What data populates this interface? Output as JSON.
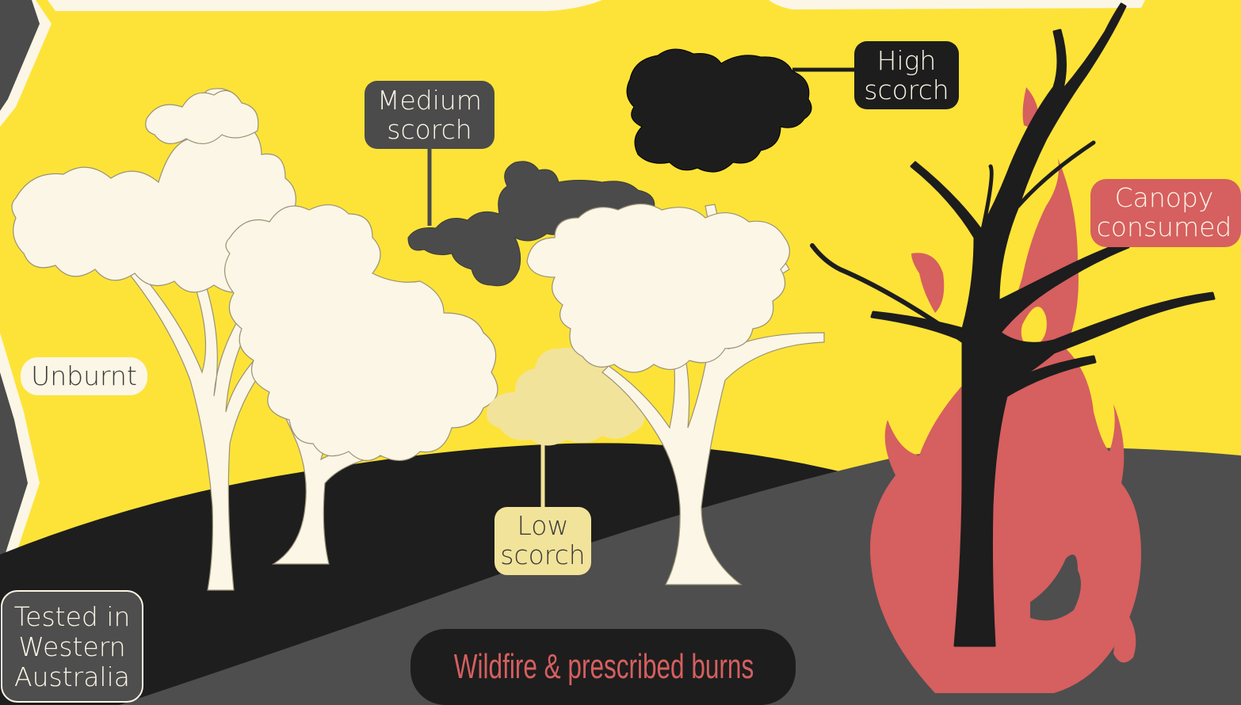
{
  "labels": {
    "unburnt": "Unburnt",
    "low_line1": "Low",
    "low_line2": "scorch",
    "medium_line1": "Medium",
    "medium_line2": "scorch",
    "high_line1": "High",
    "high_line2": "scorch",
    "consumed_line1": "Canopy",
    "consumed_line2": "consumed",
    "tested_line1": "Tested in",
    "tested_line2": "Western",
    "tested_line3": "Australia",
    "banner": "Wildfire & prescribed burns"
  },
  "colors": {
    "background": "#fde338",
    "cream": "#fcf6e6",
    "low_scorch": "#f2e39a",
    "medium_scorch": "#4b4b4b",
    "high_scorch": "#1d1d1d",
    "flame": "#d65f5f",
    "ground_dark": "#1e1e1e",
    "ground_grey": "#4e4e4e"
  }
}
